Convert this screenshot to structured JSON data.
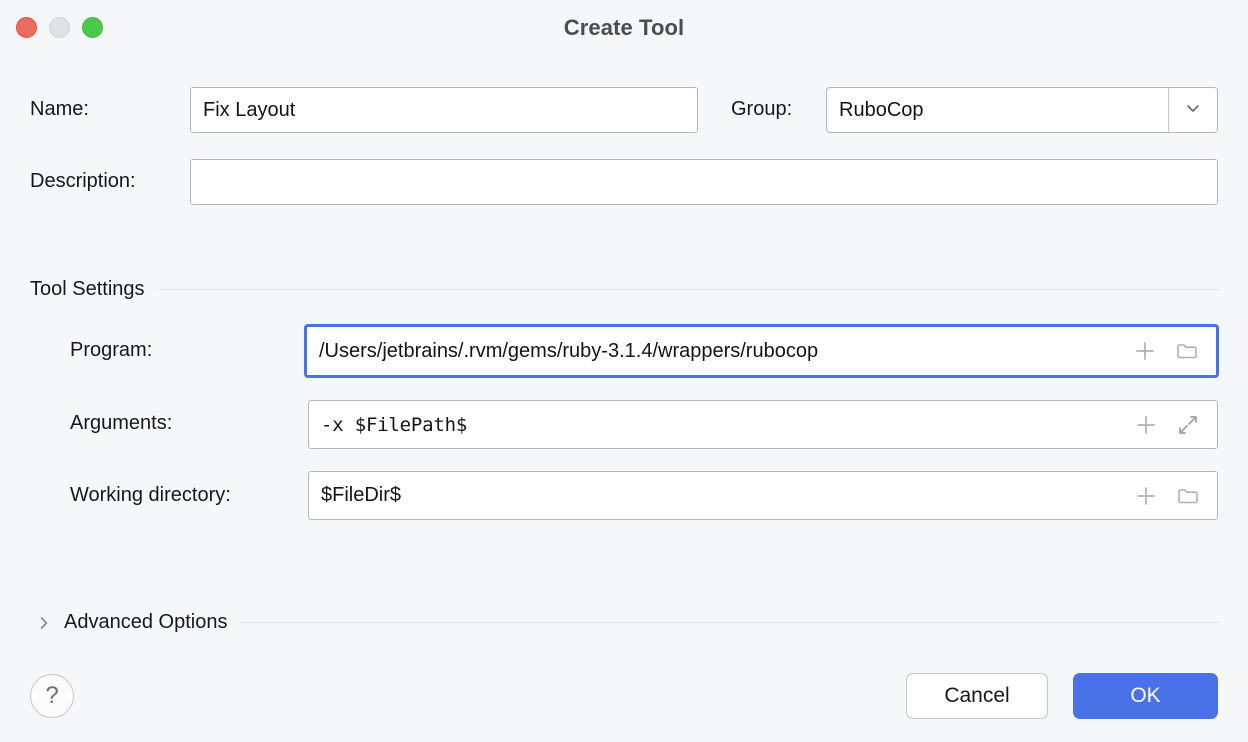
{
  "window": {
    "title": "Create Tool",
    "traffic_lights": {
      "close": "close-button",
      "minimize": "minimize-button",
      "maximize": "maximize-button"
    },
    "colors": {
      "background": "#f6f7f9",
      "accent": "#4a72e8",
      "close": "#ec6a5e",
      "minimize": "#e0e1e3",
      "maximize": "#4cc94c",
      "field_border": "#b4b7bf",
      "rule": "#e2e3e6",
      "icon_gray": "#a7abb5"
    }
  },
  "form": {
    "name": {
      "label": "Name:",
      "value": "Fix Layout",
      "placeholder": ""
    },
    "group": {
      "label": "Group:",
      "value": "RuboCop",
      "dropdown_icon": "chevron-down-icon"
    },
    "description": {
      "label": "Description:",
      "value": "",
      "placeholder": ""
    }
  },
  "tool_settings": {
    "title": "Tool Settings",
    "fields": [
      {
        "label": "Program:",
        "value": "/Users/jetbrains/.rvm/gems/ruby-3.1.4/wrappers/rubocop",
        "focused": true,
        "icons": [
          "insert-macro-icon",
          "browse-folder-icon"
        ]
      },
      {
        "label": "Arguments:",
        "value": "-x $FilePath$",
        "focused": false,
        "icons": [
          "insert-macro-icon",
          "expand-editor-icon"
        ]
      },
      {
        "label": "Working directory:",
        "value": "$FileDir$",
        "focused": false,
        "icons": [
          "insert-macro-icon",
          "browse-folder-icon"
        ]
      }
    ]
  },
  "advanced_options": {
    "title": "Advanced Options",
    "expanded": false,
    "disclosure_icon": "chevron-right-icon"
  },
  "footer": {
    "help_label": "?",
    "cancel_label": "Cancel",
    "ok_label": "OK"
  }
}
